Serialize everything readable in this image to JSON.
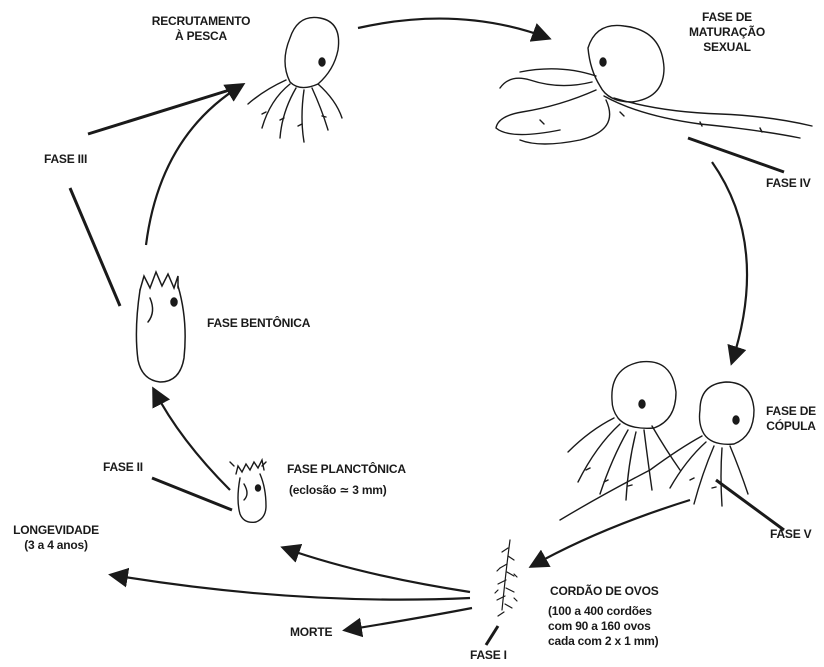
{
  "labels": {
    "recrutamento_line1": "RECRUTAMENTO",
    "recrutamento_line2": "À PESCA",
    "maturacao_line1": "FASE DE",
    "maturacao_line2": "MATURAÇÃO",
    "maturacao_line3": "SEXUAL",
    "fase_iv": "FASE IV",
    "fase_iii": "FASE III",
    "fase_bentonica": "FASE BENTÔNICA",
    "copula_line1": "FASE DE",
    "copula_line2": "CÓPULA",
    "fase_ii": "FASE II",
    "fase_planctonica": "FASE PLANCTÔNICA",
    "eclosao": "(eclosão ≃ 3 mm)",
    "longevidade_line1": "LONGEVIDADE",
    "longevidade_line2": "(3 a 4 anos)",
    "fase_v": "FASE V",
    "cordao": "CORDÃO DE OVOS",
    "cordao_detail1": "(100 a 400 cordões",
    "cordao_detail2": "com 90 a 160 ovos",
    "cordao_detail3": "cada com 2 x 1 mm)",
    "morte": "MORTE",
    "fase_i": "FASE I"
  },
  "colors": {
    "ink": "#1a1a1a",
    "background": "#ffffff"
  }
}
